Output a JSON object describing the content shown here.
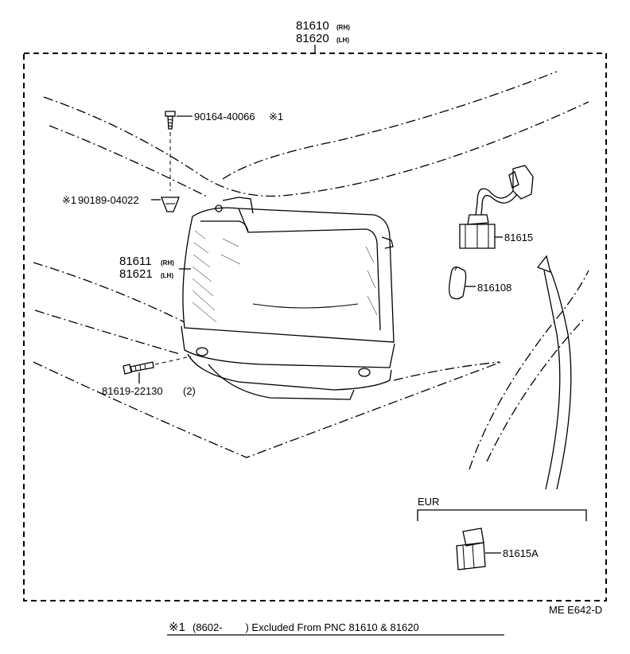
{
  "assembly": {
    "part_rh": "81610",
    "rh_suffix": "(RH)",
    "part_lh": "81620",
    "lh_suffix": "(LH)"
  },
  "parts": {
    "screw": "90164-40066",
    "screw_mark": "※1",
    "clip_mark": "※1",
    "clip": "90189-04022",
    "lens_rh": "81611",
    "lens_rh_suffix": "(RH)",
    "lens_lh": "81621",
    "lens_lh_suffix": "(LH)",
    "bolt": "81619-22130",
    "bolt_qty": "(2)",
    "socket": "81615",
    "bulb": "816108",
    "eur_socket": "81615A"
  },
  "eur_label": "EUR",
  "diagram_code": "ME E642-D",
  "footnote": {
    "mark": "※1",
    "text": "(8602-        ) Excluded From PNC 81610 & 81620"
  }
}
